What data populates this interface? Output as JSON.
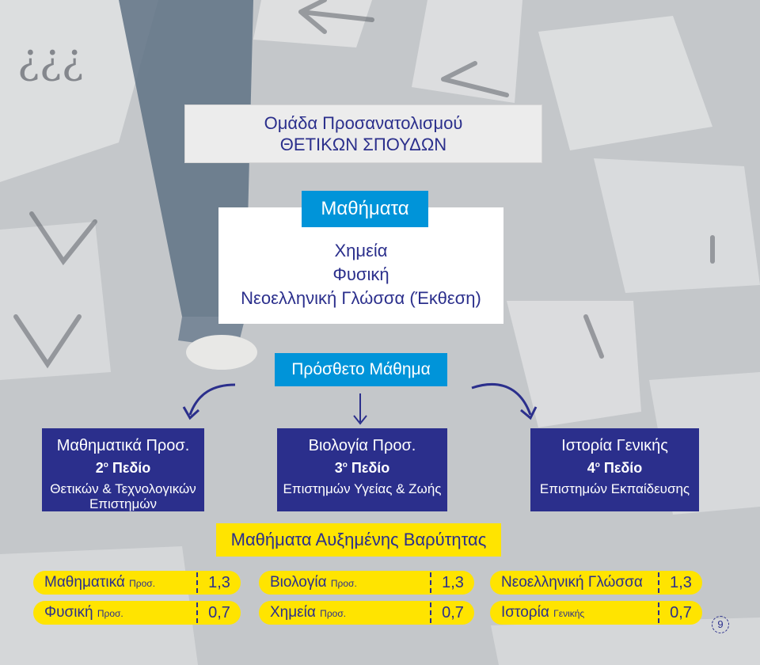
{
  "header": {
    "title_line1": "Ομάδα Προσανατολισμού",
    "title_line2": "ΘΕΤΙΚΩΝ ΣΠΟΥΔΩΝ"
  },
  "courses": {
    "heading": "Μαθήματα",
    "items": [
      "Χημεία",
      "Φυσική",
      "Νεοελληνική Γλώσσα (Έκθεση)"
    ]
  },
  "additional": {
    "label": "Πρόσθετο Μάθημα"
  },
  "fields": [
    {
      "course": "Μαθηματικά Προσ.",
      "num": "2",
      "sup": "ο",
      "num_label": "Πεδίο",
      "desc": "Θετικών & Τεχνολογικών Επιστημών"
    },
    {
      "course": "Βιολογία Προσ.",
      "num": "3",
      "sup": "ο",
      "num_label": "Πεδίο",
      "desc": "Επιστημών Υγείας & Ζωής"
    },
    {
      "course": "Ιστορία Γενικής",
      "num": "4",
      "sup": "ο",
      "num_label": "Πεδίο",
      "desc": "Επιστημών Εκπαίδευσης"
    }
  ],
  "weights": {
    "heading": "Μαθήματα Αυξημένης Βαρύτητας",
    "columns": [
      [
        {
          "name": "Μαθηματικά",
          "small": "Προσ.",
          "value": "1,3"
        },
        {
          "name": "Φυσική",
          "small": "Προσ.",
          "value": "0,7"
        }
      ],
      [
        {
          "name": "Βιολογία",
          "small": "Προσ.",
          "value": "1,3"
        },
        {
          "name": "Χημεία",
          "small": "Προσ.",
          "value": "0,7"
        }
      ],
      [
        {
          "name": "Νεοελληνική Γλώσσα",
          "small": "",
          "value": "1,3"
        },
        {
          "name": "Ιστορία",
          "small": "Γενικής",
          "value": "0,7"
        }
      ]
    ]
  },
  "page_number": "9",
  "background_text": "¿¿¿",
  "icons": [
    "arrow-left-curved-icon",
    "arrow-down-icon",
    "arrow-right-curved-icon"
  ],
  "colors": {
    "navy": "#2b2f8c",
    "cyan": "#0094d9",
    "yellow": "#ffe400"
  }
}
